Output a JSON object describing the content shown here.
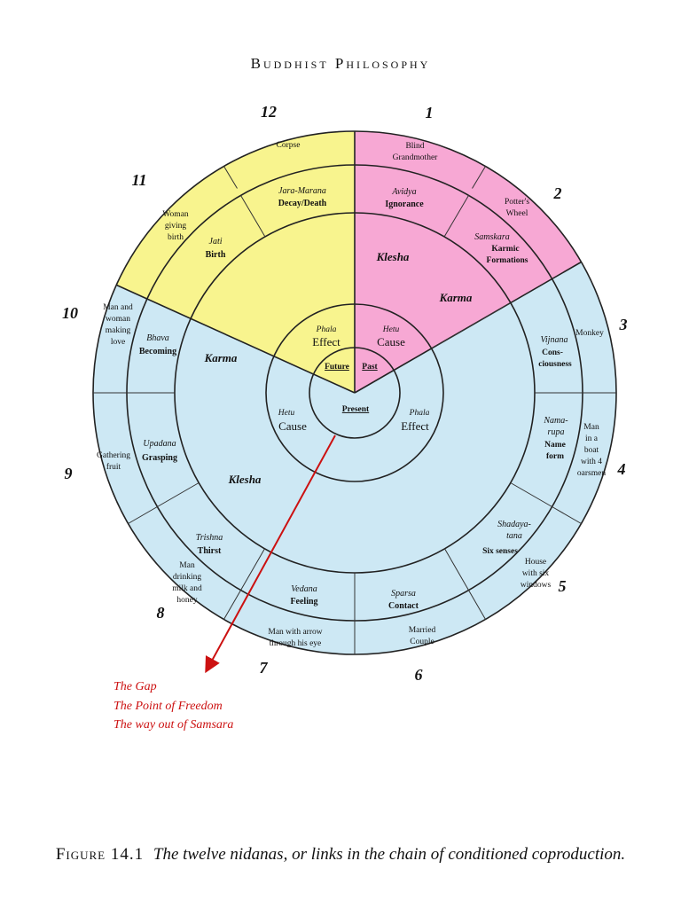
{
  "header": {
    "running_head": "Buddhist Philosophy"
  },
  "caption": {
    "label": "Figure 14.1",
    "text": "The twelve nidanas, or links in the chain of conditioned coproduction."
  },
  "colors": {
    "past_quadrant": "#f7a8d4",
    "future_quadrant": "#f8f48e",
    "present_quadrant": "#cde8f4",
    "arrow": "#cc1111",
    "stroke": "#222222"
  },
  "links": [
    {
      "number": "1",
      "image": [
        "Blind",
        "Grandmother"
      ],
      "sanskrit": "Avidya",
      "english": [
        "Ignorance"
      ]
    },
    {
      "number": "2",
      "image": [
        "Potter's",
        "Wheel"
      ],
      "sanskrit": "Samskara",
      "english": [
        "Karmic",
        "Formations"
      ]
    },
    {
      "number": "3",
      "image": [
        "Monkey"
      ],
      "sanskrit": "Vijnana",
      "english": [
        "Cons-",
        "ciousness"
      ]
    },
    {
      "number": "4",
      "image": [
        "Man",
        "in a",
        "boat",
        "with 4",
        "oarsmen"
      ],
      "sanskrit": [
        "Nama-",
        "rupa"
      ],
      "english": [
        "Name",
        "form"
      ]
    },
    {
      "number": "5",
      "image": [
        "House",
        "with six",
        "windows"
      ],
      "sanskrit": [
        "Shadaya-",
        "tana"
      ],
      "english": [
        "Six senses"
      ]
    },
    {
      "number": "6",
      "image": [
        "Married",
        "Couple"
      ],
      "sanskrit": "Sparsa",
      "english": [
        "Contact"
      ]
    },
    {
      "number": "7",
      "image": [
        "Man with arrow",
        "through his eye"
      ],
      "sanskrit": "Vedana",
      "english": [
        "Feeling"
      ]
    },
    {
      "number": "8",
      "image": [
        "Man",
        "drinking",
        "milk and",
        "honey"
      ],
      "sanskrit": "Trishna",
      "english": [
        "Thirst"
      ]
    },
    {
      "number": "9",
      "image": [
        "Gathering",
        "fruit"
      ],
      "sanskrit": "Upadana",
      "english": [
        "Grasping"
      ]
    },
    {
      "number": "10",
      "image": [
        "Man and",
        "woman",
        "making",
        "love"
      ],
      "sanskrit": "Bhava",
      "english": [
        "Becoming"
      ]
    },
    {
      "number": "11",
      "image": [
        "Woman",
        "giving",
        "birth"
      ],
      "sanskrit": "Jati",
      "english": [
        "Birth"
      ]
    },
    {
      "number": "12",
      "image": [
        "Corpse"
      ],
      "sanskrit": "Jara-Marana",
      "english": [
        "Decay/Death"
      ]
    }
  ],
  "middle_ring": {
    "past_klesha": "Klesha",
    "past_karma": "Karma",
    "future_karma": "Karma",
    "present_klesha": "Klesha"
  },
  "inner_ring": {
    "past": {
      "sanskrit": "Hetu",
      "english": "Cause"
    },
    "future": {
      "sanskrit": "Phala",
      "english": "Effect"
    },
    "present_cause": {
      "sanskrit": "Hetu",
      "english": "Cause"
    },
    "present_effect": {
      "sanskrit": "Phala",
      "english": "Effect"
    }
  },
  "center": {
    "future": "Future",
    "past": "Past",
    "present": "Present"
  },
  "gap_note": [
    "The Gap",
    "The Point of Freedom",
    "The way out of Samsara"
  ]
}
